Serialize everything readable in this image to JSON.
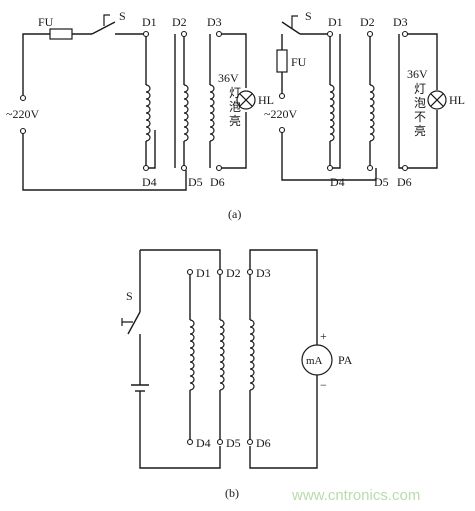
{
  "diagram_a": {
    "left": {
      "fuse_label": "FU",
      "switch_label": "S",
      "source_label": "~220V",
      "terminals": [
        "D1",
        "D2",
        "D3",
        "D4",
        "D5",
        "D6"
      ],
      "lamp_label": "HL",
      "lamp_voltage": "36V",
      "lamp_status_lines": [
        "灯",
        "泡",
        "亮"
      ]
    },
    "right": {
      "switch_label": "S",
      "fuse_label": "FU",
      "source_label": "~220V",
      "terminals": [
        "D1",
        "D2",
        "D3",
        "D4",
        "D5",
        "D6"
      ],
      "lamp_label": "HL",
      "lamp_voltage": "36V",
      "lamp_status_lines": [
        "灯",
        "泡",
        "不",
        "亮"
      ]
    },
    "caption": "(a)"
  },
  "diagram_b": {
    "switch_label": "S",
    "terminals": [
      "D1",
      "D2",
      "D3",
      "D4",
      "D5",
      "D6"
    ],
    "meter_symbol": "mA",
    "meter_label": "PA",
    "plus_sign": "+",
    "minus_sign": "−",
    "caption": "(b)"
  },
  "watermark": "www.cntronics.com",
  "colors": {
    "ink": "#1a1a1a",
    "watermark": "#b9dcaa",
    "background": "#ffffff"
  }
}
